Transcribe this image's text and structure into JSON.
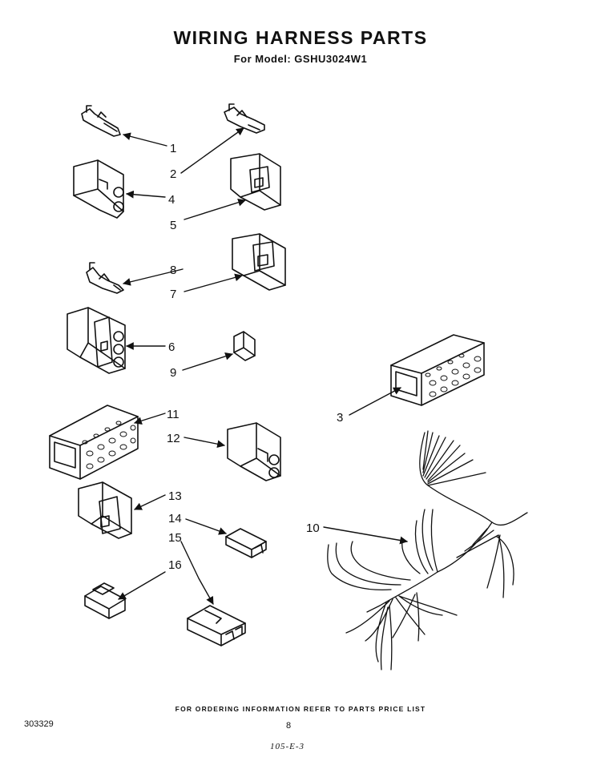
{
  "header": {
    "title": "WIRING HARNESS PARTS",
    "subtitle": "For Model: GSHU3024W1"
  },
  "callouts": [
    "1",
    "2",
    "3",
    "4",
    "5",
    "6",
    "7",
    "8",
    "9",
    "10",
    "11",
    "12",
    "13",
    "14",
    "15",
    "16"
  ],
  "footer": {
    "note": "FOR ORDERING INFORMATION REFER TO PARTS PRICE LIST",
    "doc_number": "303329",
    "page_number": "8",
    "handwritten": "105-E-3"
  }
}
